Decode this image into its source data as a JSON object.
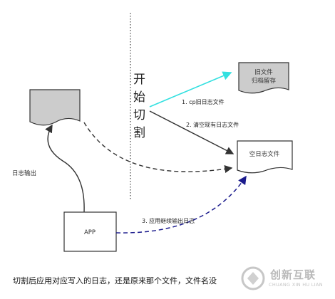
{
  "nodes": {
    "log_file": {
      "label": ""
    },
    "old_file": {
      "line1": "旧文件",
      "line2": "归档留存"
    },
    "empty_file": {
      "label": "空日志文件"
    },
    "app": {
      "label": "APP"
    }
  },
  "vertical_label": [
    "开",
    "始",
    "切",
    "割"
  ],
  "edges": {
    "cp": {
      "label": "1. cp旧日志文件",
      "color": "#33e0e0"
    },
    "clear": {
      "label": "2. 清空现有日志文件",
      "color": "#333333"
    },
    "continue": {
      "label": "3. 应用继续输出日志",
      "color": "#1a1a8c"
    },
    "output": {
      "label": "日志输出",
      "color": "#333333"
    }
  },
  "colors": {
    "file_fill": "#cccccc",
    "stroke": "#333333"
  },
  "caption": "切割后应用对应写入的日志，还是原来那个文件，文件名没",
  "watermark": {
    "name": "创新互联",
    "sub": "CHUANG XIN HU LIAN"
  }
}
